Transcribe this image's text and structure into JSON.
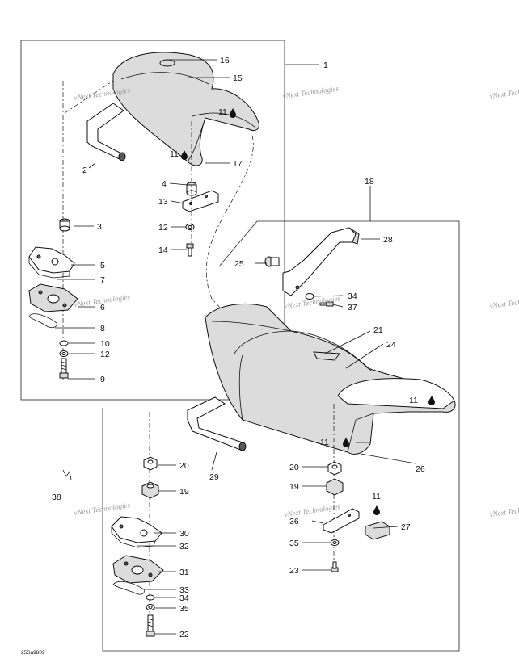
{
  "watermark": "vNext Technologies",
  "drawing_code": "25Sa9809",
  "callouts": {
    "c1": "1",
    "c2": "2",
    "c3": "3",
    "c4": "4",
    "c5": "5",
    "c6": "6",
    "c7": "7",
    "c8": "8",
    "c9": "9",
    "c10": "10",
    "c11a": "11",
    "c11b": "11",
    "c11c": "11",
    "c11d": "11",
    "c11e": "11",
    "c12a": "12",
    "c12b": "12",
    "c13": "13",
    "c14": "14",
    "c15": "15",
    "c16": "16",
    "c17": "17",
    "c18": "18",
    "c19a": "19",
    "c19b": "19",
    "c20a": "20",
    "c20b": "20",
    "c21": "21",
    "c22": "22",
    "c23": "23",
    "c24": "24",
    "c25": "25",
    "c26": "26",
    "c27": "27",
    "c28": "28",
    "c29": "29",
    "c30": "30",
    "c31": "31",
    "c32": "32",
    "c33": "33",
    "c34a": "34",
    "c34b": "34",
    "c35a": "35",
    "c35b": "35",
    "c36": "36",
    "c37": "37",
    "c38": "38"
  },
  "colors": {
    "ink": "#111111",
    "part_fill": "#ffffff",
    "shade": "#dcdcdc",
    "watermark": "#9a9a9a"
  }
}
